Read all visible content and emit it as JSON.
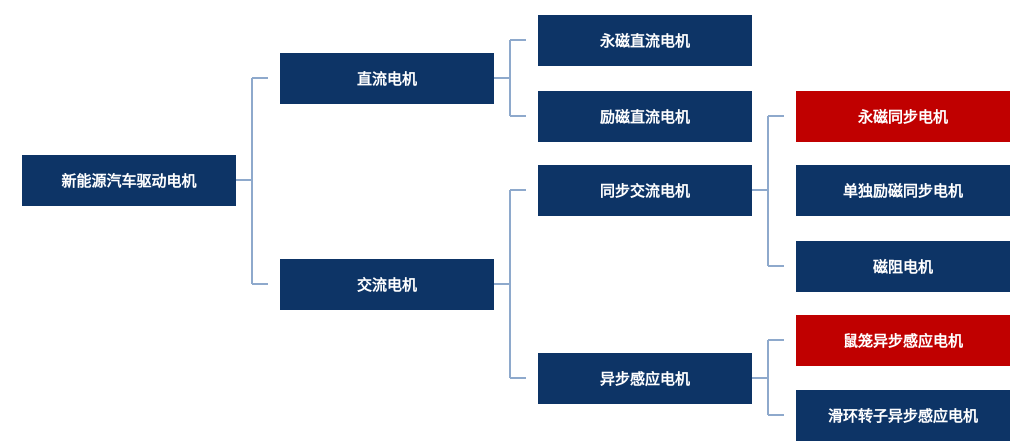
{
  "colors": {
    "node": "#0d3466",
    "highlight": "#c00000",
    "connector": "#8ea9cc"
  },
  "tree": {
    "root": "新能源汽车驱动电机",
    "dc": {
      "label": "直流电机",
      "children": [
        "永磁直流电机",
        "励磁直流电机"
      ]
    },
    "ac": {
      "label": "交流电机",
      "sync": {
        "label": "同步交流电机",
        "children": [
          "永磁同步电机",
          "单独励磁同步电机",
          "磁阻电机"
        ]
      },
      "async": {
        "label": "异步感应电机",
        "children": [
          "鼠笼异步感应电机",
          "滑环转子异步感应电机"
        ]
      }
    }
  },
  "highlighted": [
    "永磁同步电机",
    "鼠笼异步感应电机"
  ]
}
